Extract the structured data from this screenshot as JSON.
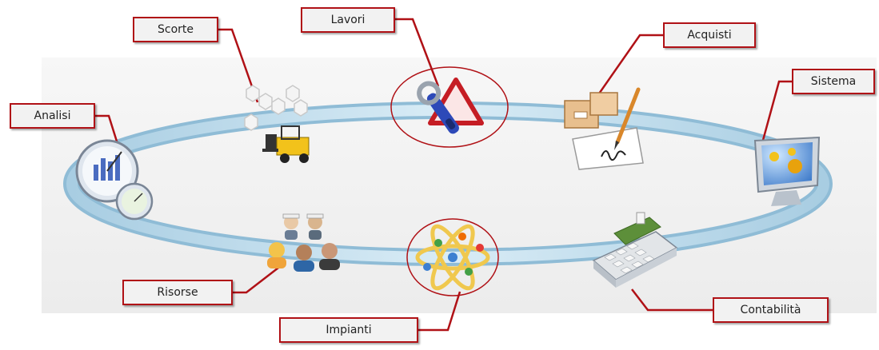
{
  "labels": {
    "scorte": "Scorte",
    "lavori": "Lavori",
    "acquisti": "Acquisti",
    "sistema": "Sistema",
    "analisi": "Analisi",
    "risorse": "Risorse",
    "impianti": "Impianti",
    "contabilita": "Contabilità"
  },
  "colors": {
    "label_border": "#b01116",
    "label_fill": "#f2f2f2",
    "connector": "#b01116",
    "ring": "#8fbcd6",
    "highlight_circle": "#b01116"
  },
  "icons": {
    "analisi": "gauges-chart-icon",
    "scorte": "forklift-hexagons-icon",
    "lavori": "wrench-warning-icon",
    "acquisti": "boxes-contract-icon",
    "sistema": "monitor-gears-icon",
    "risorse": "people-workers-icon",
    "impianti": "atom-icon",
    "contabilita": "calculator-register-icon"
  }
}
